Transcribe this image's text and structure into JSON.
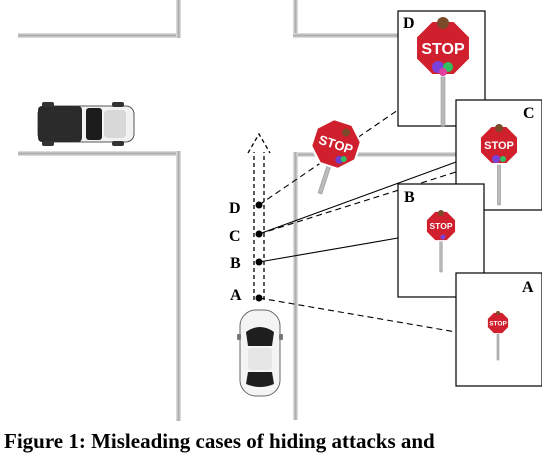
{
  "figure": {
    "caption_label": "Figure 1:",
    "caption_text": "Misleading cases of hiding attacks and"
  },
  "stop_sign_text": "STOP",
  "trajectory_points": [
    {
      "label": "D"
    },
    {
      "label": "C"
    },
    {
      "label": "B"
    },
    {
      "label": "A"
    }
  ],
  "panels": [
    {
      "label": "D",
      "sign_scale": "largest",
      "patch": "colorful stickers on sign"
    },
    {
      "label": "C",
      "sign_scale": "large"
    },
    {
      "label": "B",
      "sign_scale": "medium"
    },
    {
      "label": "A",
      "sign_scale": "small"
    }
  ],
  "colors": {
    "road_edge": "#c8c8c8",
    "stop_red": "#d0202e",
    "dashed_line": "#000000"
  }
}
